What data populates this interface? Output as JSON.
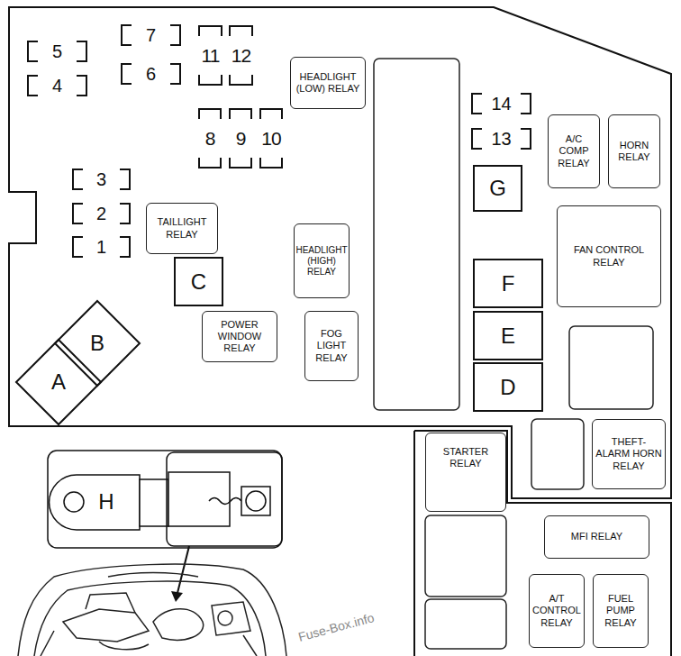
{
  "diagram": {
    "nodes": [
      {
        "text": [
          "5"
        ]
      },
      {
        "text": [
          "4"
        ]
      },
      {
        "text": [
          "7"
        ]
      },
      {
        "text": [
          "6"
        ]
      },
      {
        "text": [
          "11"
        ]
      },
      {
        "text": [
          "12"
        ]
      },
      {
        "text": [
          "HEADLIGHT (LOW) RELAY"
        ]
      },
      {
        "text": [
          "8"
        ]
      },
      {
        "text": [
          "9"
        ]
      },
      {
        "text": [
          "10"
        ]
      },
      {
        "text": [
          "14"
        ]
      },
      {
        "text": [
          "13"
        ]
      },
      {
        "text": [
          "A/C COMP RELAY"
        ]
      },
      {
        "text": [
          "HORN RELAY"
        ]
      },
      {
        "text": [
          "3"
        ]
      },
      {
        "text": [
          "G"
        ]
      },
      {
        "text": [
          "2"
        ]
      },
      {
        "text": [
          "TAILLIGHT RELAY"
        ]
      },
      {
        "text": [
          "FAN CONTROL RELAY"
        ]
      },
      {
        "text": [
          "1"
        ]
      },
      {
        "text": [
          "HEADLIGHT (HIGH) RELAY"
        ]
      },
      {
        "text": [
          "C"
        ]
      },
      {
        "text": [
          "F"
        ]
      },
      {
        "text": [
          "POWER WINDOW RELAY"
        ]
      },
      {
        "text": [
          "FOG LIGHT RELAY"
        ]
      },
      {
        "text": [
          "E"
        ]
      },
      {
        "text": [
          "B"
        ]
      },
      {
        "text": [
          "A"
        ]
      },
      {
        "text": [
          "D"
        ]
      },
      {
        "text": [
          "THEFT-ALARM HORN RELAY"
        ]
      },
      {
        "text": [
          "STARTER RELAY"
        ]
      },
      {
        "text": [
          "H"
        ]
      },
      {
        "text": [
          "MFI RELAY"
        ]
      },
      {
        "text": [
          "A/T CONTROL RELAY"
        ]
      },
      {
        "text": [
          "FUEL PUMP RELAY"
        ]
      }
    ],
    "labels": [
      "Fuse-Box.info"
    ]
  }
}
